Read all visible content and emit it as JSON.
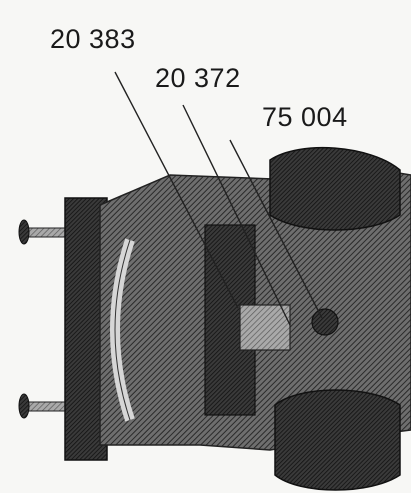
{
  "labels": [
    {
      "id": "label-20383",
      "text": "20 383"
    },
    {
      "id": "label-20372",
      "text": "20 372"
    },
    {
      "id": "label-75004",
      "text": "75 004"
    }
  ]
}
